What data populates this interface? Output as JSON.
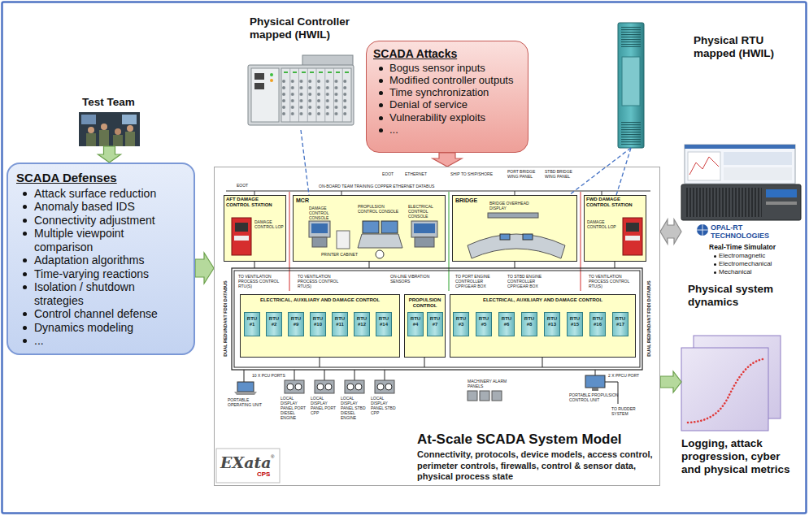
{
  "diagram": {
    "nodes": [
      {
        "text": [
          "Test Team"
        ]
      },
      {
        "text": [
          "SCADA Defenses",
          "Attack surface reduction",
          "Anomaly based IDS",
          "Connectivity adjustment",
          "Multiple viewpoint comparison",
          "Adaptation algorithms",
          "Time-varying reactions",
          "Isolation / shutdown strategies",
          "Control channel defense",
          "Dynamics modeling",
          "..."
        ]
      },
      {
        "text": [
          "Physical Controller mapped (HWIL)"
        ]
      },
      {
        "text": [
          "SCADA Attacks",
          "Bogus sensor inputs",
          "Modified controller outputs",
          "Time synchronization",
          "Denial of service",
          "Vulnerability exploits",
          "..."
        ]
      },
      {
        "text": [
          "Physical RTU mapped (HWIL)"
        ]
      },
      {
        "text": [
          "At-Scale SCADA System Model",
          "Connectivity, protocols, device models, access control, perimeter controls, firewalls, control & sensor data, physical process state"
        ]
      },
      {
        "text": [
          "AFT DAMAGE CONTROL STATION"
        ],
        "in": 5
      },
      {
        "text": [
          "MCR"
        ],
        "in": 5
      },
      {
        "text": [
          "BRIDGE"
        ],
        "in": 5
      },
      {
        "text": [
          "FWD DAMAGE CONTROL STATION"
        ],
        "in": 5
      },
      {
        "text": [
          "ELECTRICAL, AUXILIARY AND DAMAGE CONTROL"
        ],
        "in": 5
      },
      {
        "text": [
          "PROPULSION CONTROL"
        ],
        "in": 5
      },
      {
        "text": [
          "ELECTRICAL, AUXILIARY AND DAMAGE CONTROL"
        ],
        "in": 5
      },
      {
        "text": [
          "RTU #1"
        ],
        "in": 10
      },
      {
        "text": [
          "RTU #2"
        ],
        "in": 10
      },
      {
        "text": [
          "RTU #9"
        ],
        "in": 10
      },
      {
        "text": [
          "RTU #10"
        ],
        "in": 10
      },
      {
        "text": [
          "RTU #11"
        ],
        "in": 10
      },
      {
        "text": [
          "RTU #12"
        ],
        "in": 10
      },
      {
        "text": [
          "RTU #14"
        ],
        "in": 10
      },
      {
        "text": [
          "RTU #4"
        ],
        "in": 11
      },
      {
        "text": [
          "RTU #7"
        ],
        "in": 11
      },
      {
        "text": [
          "RTU #3"
        ],
        "in": 12
      },
      {
        "text": [
          "RTU #5"
        ],
        "in": 12
      },
      {
        "text": [
          "RTU #6"
        ],
        "in": 12
      },
      {
        "text": [
          "RTU #8"
        ],
        "in": 12
      },
      {
        "text": [
          "RTU #13"
        ],
        "in": 12
      },
      {
        "text": [
          "RTU #15"
        ],
        "in": 12
      },
      {
        "text": [
          "RTU #16"
        ],
        "in": 12
      },
      {
        "text": [
          "RTU #17"
        ],
        "in": 12
      },
      {
        "text": [
          "OPAL-RT TECHNOLOGIES",
          "Real-Time Simulator",
          "Electromagnetic",
          "Electromechanical",
          "Mechanical",
          "Physical system dynamics"
        ]
      },
      {
        "text": [
          "Logging, attack progression, cyber and physical metrics"
        ]
      }
    ],
    "edges": [
      {
        "from": 0,
        "to": 1,
        "arrow": "to"
      },
      {
        "from": 1,
        "to": 5,
        "arrow": "to"
      },
      {
        "from": 3,
        "to": 5,
        "arrow": "to"
      },
      {
        "from": 5,
        "to": 30,
        "arrow": "both"
      },
      {
        "from": 5,
        "to": 31,
        "arrow": "to"
      },
      {
        "from": 2,
        "to": 7,
        "arrow": "none"
      },
      {
        "from": 4,
        "to": 8,
        "arrow": "none"
      },
      {
        "from": 4,
        "to": 9,
        "arrow": "none"
      }
    ],
    "labels": [
      "EOOT",
      "EOOT",
      "ETHERNET",
      "SHIP TO SHIP/SHORE",
      "PORT BRIDGE WING PANEL",
      "STBD BRIDGE WING PANEL",
      "ON-BOARD TEAM TRAINING COPPER ETHERNET DATABUS",
      "DAMAGE CONTROL LOP",
      "DAMAGE CONTROL CONSOLE",
      "PROPULSION CONTROL CONSOLE",
      "ELECTRICAL CONTROL CONSOLE",
      "PRINTER CABINET",
      "BRIDGE OVERHEAD DISPLAY",
      "DAMAGE CONTROL LOP",
      "TO VENTILATION PROCESS CONTROL RTU(S)",
      "TO VENTILATION PROCESS CONTROL RTU(S)",
      "ON-LINE VIBRATION SENSORS",
      "TO PORT ENGINE CONTROLLER CPP/GEAR BOX",
      "TO STBD ENGINE CONTROLLER CPP/GEAR BOX",
      "TO VENTILATION PROCESS CONTROL RTU(S)",
      "DUAL REDUNDANT FDDI DATABUS",
      "DUAL REDUNDANT FDDI DATABUS",
      "10 X PCU PORTS",
      "2 X PPCU PORT",
      "MACHINERY ALARM PANELS",
      "PORTABLE PROPULSION CONTROL UNIT",
      "LOCAL DISPLAY PANEL PORT DIESEL ENGINE",
      "LOCAL DISPLAY PANEL PORT CPP",
      "LOCAL DISPLAY PANEL STBD DIESEL ENGINE",
      "LOCAL DISPLAY PANEL STBD CPP",
      "PORTABLE OPERATING UNIT",
      "TO RUDDER SYSTEM",
      "EXata",
      "®",
      "CPS"
    ]
  }
}
